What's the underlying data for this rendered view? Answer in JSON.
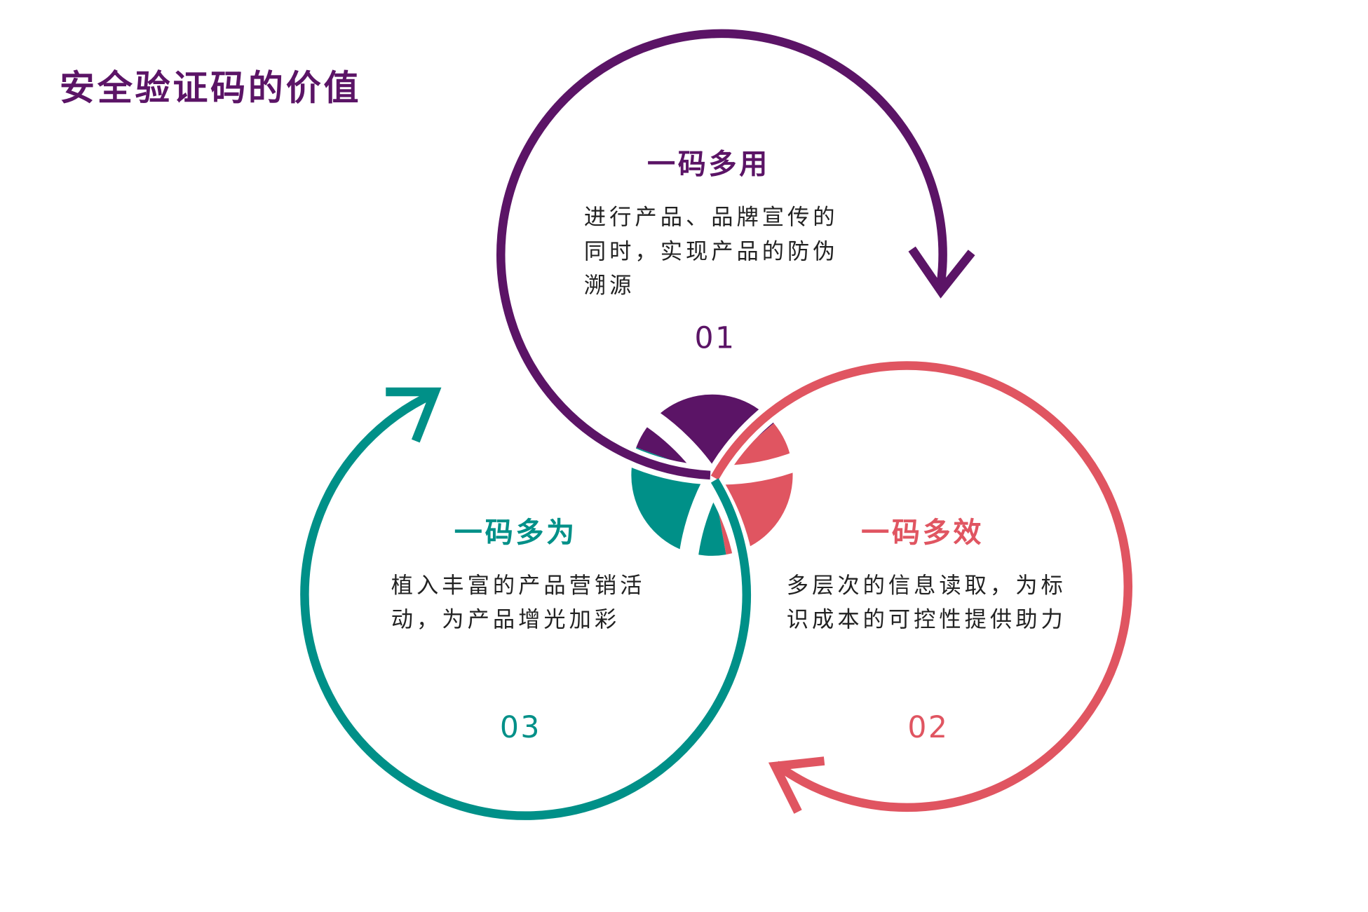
{
  "title": "安全验证码的价值",
  "colors": {
    "purple": "#5b1466",
    "coral": "#e05561",
    "teal": "#009088"
  },
  "items": [
    {
      "number": "01",
      "heading": "一码多用",
      "text": "进行产品、品牌宣传的同时，实现产品的防伪溯源"
    },
    {
      "number": "02",
      "heading": "一码多效",
      "text": "多层次的信息读取，为标识成本的可控性提供助力"
    },
    {
      "number": "03",
      "heading": "一码多为",
      "text": "植入丰富的产品营销活动，为产品增光加彩"
    }
  ]
}
